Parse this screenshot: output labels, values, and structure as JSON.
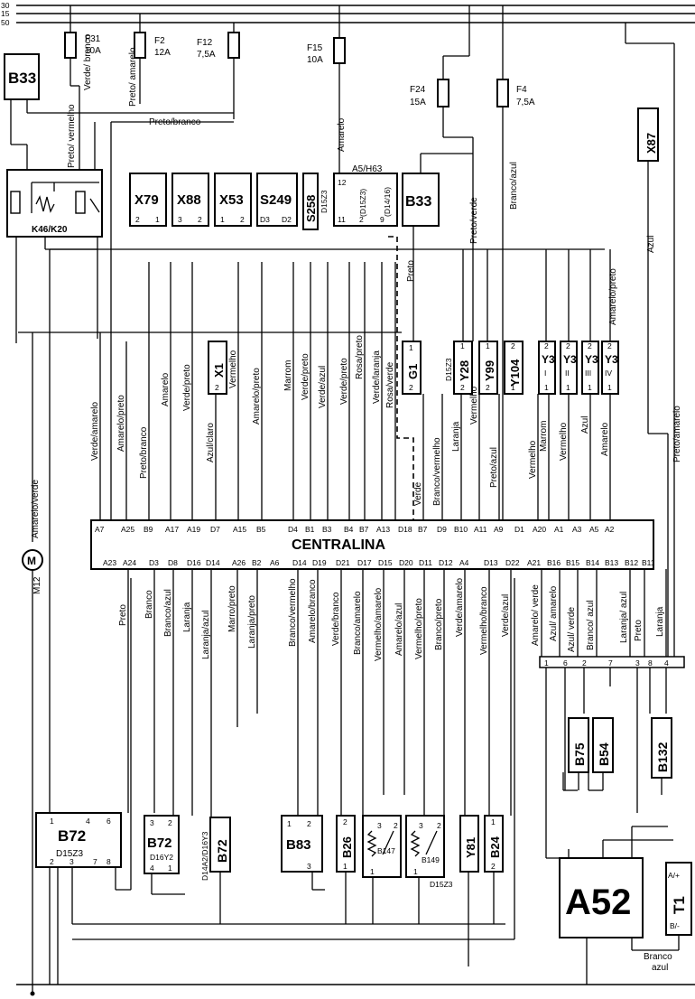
{
  "bus_lines": [
    "30",
    "15",
    "50"
  ],
  "fuses": [
    {
      "id": "F31",
      "rating": "10A"
    },
    {
      "id": "F2",
      "rating": "12A"
    },
    {
      "id": "F12",
      "rating": "7,5A"
    },
    {
      "id": "F15",
      "rating": "10A"
    },
    {
      "id": "F24",
      "rating": "15A"
    },
    {
      "id": "F4",
      "rating": "7,5A"
    }
  ],
  "top_components": {
    "b33_left": "B33",
    "relay": "K46/K20",
    "x79": {
      "id": "X79",
      "pins": [
        "2",
        "1"
      ]
    },
    "x88": {
      "id": "X88",
      "pins": [
        "3",
        "2"
      ]
    },
    "x53": {
      "id": "X53",
      "pins": [
        "1",
        "2"
      ]
    },
    "s249": {
      "id": "S249",
      "pins": [
        "D3",
        "D2"
      ]
    },
    "s258": {
      "id": "S258",
      "variant": "D15Z3"
    },
    "a5h63": {
      "id": "A5/H63",
      "pins": [
        "12",
        "11",
        "2",
        "9"
      ],
      "variants": [
        "(D15Z3)",
        "(D14/16)"
      ]
    },
    "b33_mid": "B33",
    "x87": "X87"
  },
  "mid_components": {
    "x1": {
      "id": "X1",
      "pin": "2"
    },
    "g1": {
      "id": "G1",
      "pins": [
        "1",
        "2"
      ]
    },
    "y28": {
      "id": "Y28",
      "variant": "D15Z3",
      "pins": [
        "1",
        "2"
      ]
    },
    "y99": {
      "id": "Y99",
      "pins": [
        "1",
        "2"
      ]
    },
    "y104": {
      "id": "Y104",
      "pins": [
        "2",
        "1"
      ]
    },
    "y3": [
      {
        "id": "Y3",
        "cyl": "I",
        "pins": [
          "2",
          "1"
        ]
      },
      {
        "id": "Y3",
        "cyl": "II",
        "pins": [
          "2",
          "1"
        ]
      },
      {
        "id": "Y3",
        "cyl": "III",
        "pins": [
          "2",
          "1"
        ]
      },
      {
        "id": "Y3",
        "cyl": "IV",
        "pins": [
          "2",
          "1"
        ]
      }
    ]
  },
  "ecu": {
    "title": "CENTRALINA",
    "top_pins": [
      "A7",
      "A25",
      "B9",
      "A17",
      "A19",
      "D7",
      "A15",
      "B5",
      "D4",
      "B1",
      "B3",
      "B4",
      "B7",
      "A13",
      "D18",
      "B7",
      "D9",
      "B10",
      "A11",
      "A9",
      "D1",
      "A20",
      "A1",
      "A3",
      "A5",
      "A2"
    ],
    "bottom_pins": [
      "A23",
      "A24",
      "D3",
      "D8",
      "D16",
      "D14",
      "A26",
      "B2",
      "A6",
      "D14",
      "D19",
      "D21",
      "D17",
      "D15",
      "D20",
      "D11",
      "D12",
      "A4",
      "D13",
      "D22",
      "A21",
      "B16",
      "B15",
      "B14",
      "B13",
      "B12",
      "B11"
    ]
  },
  "top_wires": [
    "Verde/amarelo",
    "Amarelo/preto",
    "Preto/branco",
    "Amarelo",
    "Verde/preto",
    "Azul/claro",
    "Vermelho",
    "Amarelo/preto",
    "Marrom",
    "Verde/preto",
    "Verde/azul",
    "Verde/preto",
    "Rosa/preto",
    "Verde/laranja",
    "Rosa/verde",
    "Verde",
    "Branco/vermelho",
    "Laranja",
    "Vermelho",
    "Preto/azul",
    "Vermelho",
    "Marrom",
    "Vermelho",
    "Azul",
    "Amarelo"
  ],
  "upper_wires": {
    "f31_out": "Verde/ branco",
    "f2_out": "Preto/ amarelo",
    "f12_out": "Preto/branco",
    "relay_in": "Preto/ vermelho",
    "f15_out": "Amarelo",
    "f24_out": "Preto/verde",
    "f4_out": "Branco/azul",
    "x87_out": "Azul",
    "y3_common": "Amarelo/preto",
    "g1_wire": "Preto",
    "right_trunk": "Preto/amarelo",
    "m12_wire": "Amarelo/verde"
  },
  "bottom_wires": [
    "Preto",
    "Branco",
    "Branco/azul",
    "Laranja",
    "Laranja/azul",
    "Marro/preto",
    "Laranja/preto",
    "Branco/vermelho",
    "Amarelo/branco",
    "Verde/branco",
    "Branco/amarelo",
    "Vermelho/amarelo",
    "Amarelo/azul",
    "Vermelho/preto",
    "Branco/preto",
    "Verde/amarelo",
    "Vermelho/branco",
    "Verde/azul"
  ],
  "right_bottom_wires": [
    "Amarelo/ verde",
    "Azul/ amarelo",
    "Azul/ verde",
    "Branco/ azul",
    "Laranja/ azul",
    "Preto",
    "Laranja"
  ],
  "connector_pins": [
    "1",
    "6",
    "2",
    "7",
    "3",
    "8",
    "4"
  ],
  "bottom_components": {
    "b72_a": {
      "id": "B72",
      "variant": "D15Z3",
      "pins_top": [
        "1",
        "4",
        "6"
      ],
      "pins_bot": [
        "2",
        "3",
        "7",
        "8"
      ]
    },
    "b72_b": {
      "id": "B72",
      "variant": "D16Y2",
      "pins_top": [
        "3",
        "2"
      ],
      "pins_bot": [
        "4",
        "1"
      ]
    },
    "b72_c": {
      "id": "B72",
      "variant": "D14A2/D16Y3"
    },
    "b83": {
      "id": "B83",
      "pins": [
        "1",
        "2",
        "3"
      ]
    },
    "b26": {
      "id": "B26",
      "pins": [
        "2",
        "1"
      ]
    },
    "b147": {
      "id": "B147",
      "pins": [
        "3",
        "2",
        "1"
      ]
    },
    "b149": {
      "id": "B149",
      "variant": "D15Z3",
      "pins": [
        "3",
        "2",
        "1"
      ]
    },
    "y81": {
      "id": "Y81"
    },
    "b24": {
      "id": "B24",
      "pins": [
        "1",
        "2"
      ]
    },
    "b75": "B75",
    "b54": "B54",
    "b132": "B132",
    "a52": "A52",
    "t1": {
      "id": "T1",
      "pins": [
        "A/+",
        "B/-"
      ]
    },
    "m12": {
      "id": "M12",
      "symbol": "M"
    },
    "t1_wire": "Branco azul"
  }
}
